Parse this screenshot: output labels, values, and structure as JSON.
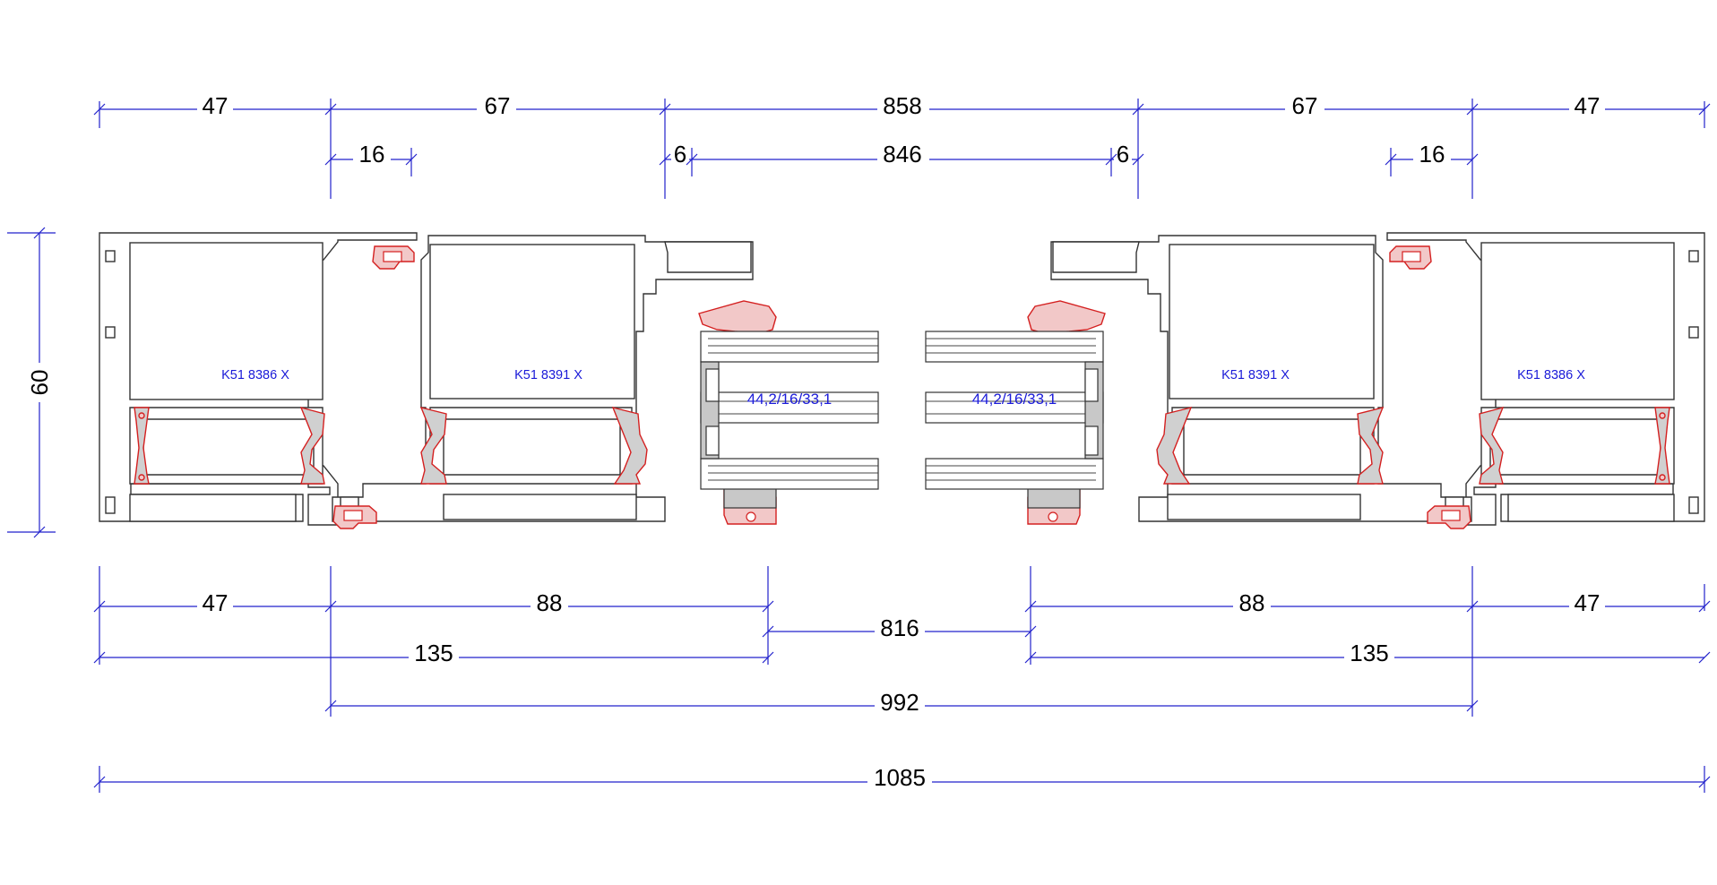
{
  "dimensions": {
    "top_row1": [
      "47",
      "67",
      "858",
      "67",
      "47"
    ],
    "top_row2": [
      "16",
      "6",
      "846",
      "6",
      "16"
    ],
    "height": "60",
    "bottom_row1": [
      "47",
      "88",
      "88",
      "47"
    ],
    "bottom_mid": "816",
    "bottom_row2": [
      "135",
      "135"
    ],
    "overall_inner": "992",
    "overall": "1085"
  },
  "profiles": {
    "left_outer": "K51 8386 X",
    "left_sash": "K51 8391 X",
    "right_sash": "K51 8391 X",
    "right_outer": "K51 8386 X"
  },
  "glazing": {
    "left": "44,2/16/33,1",
    "right": "44,2/16/33,1"
  },
  "colors": {
    "dimension": "#2222cc",
    "gasket": "#d42020",
    "part_label": "#1a1ad8",
    "profile_outline": "#333333"
  }
}
